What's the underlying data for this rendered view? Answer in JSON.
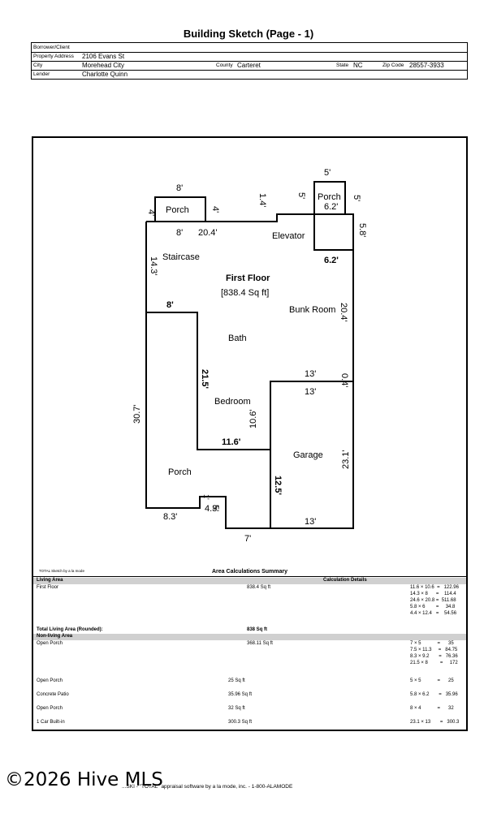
{
  "title": "Building Sketch (Page - 1)",
  "header": {
    "borrower_label": "Borrower/Client",
    "borrower_value": "",
    "address_label": "Property Address",
    "address_value": "2106 Evans St",
    "city_label": "City",
    "city_value": "Morehead City",
    "county_label": "County",
    "county_value": "Carteret",
    "state_label": "State",
    "state_value": "NC",
    "zip_label": "Zip Code",
    "zip_value": "28557-3933",
    "lender_label": "Lender",
    "lender_value": "Charlotte Quinn"
  },
  "sketch": {
    "rooms": {
      "porch_top": "Porch",
      "porch_right": "Porch",
      "elevator": "Elevator",
      "staircase": "Staircase",
      "first_floor": "First Floor",
      "first_floor_area": "[838.4 Sq ft]",
      "bunk_room": "Bunk Room",
      "bath": "Bath",
      "bedroom": "Bedroom",
      "garage": "Garage",
      "porch_bottom": "Porch"
    },
    "dims": {
      "d8_top": "8'",
      "d4_left": "4'",
      "d4_right": "4'",
      "d8_bottom": "8'",
      "d20_4": "20.4'",
      "d1_4": "1.4'",
      "d5_top": "5'",
      "d5_left": "5'",
      "d5_right": "5'",
      "d6_2_porch": "6.2'",
      "d5_8": "5.8'",
      "d6_2_elev": "6.2'",
      "d14_3": "14.3'",
      "d8_mid": "8'",
      "d20_4_right": "20.4'",
      "d21_5": "21.5'",
      "d13_top": "13'",
      "d0_4": "0.4'",
      "d13_mid": "13'",
      "d10_6": "10.6'",
      "d30_7": "30.7'",
      "d11_6": "11.6'",
      "d23_1": "23.1'",
      "d12_5": "12.5'",
      "d1_small": "1'",
      "d4_3": "4.3'",
      "d5_small": "5'",
      "d8_3": "8.3'",
      "d13_bottom": "13'",
      "d7": "7'"
    },
    "credit": "TOTAL Sketch by a la mode"
  },
  "summary": {
    "title": "Area Calculations Summary",
    "living_area_header": "Living Area",
    "calc_details_header": "Calculation Details",
    "first_floor_label": "First Floor",
    "first_floor_area": "838.4 Sq ft",
    "first_floor_calcs": [
      "11.6 × 10.6  =   122.96",
      "14.3 × 8      =    114.4",
      "24.6 × 20.8 =  511.68",
      "5.8 × 6        =     34.8",
      "4.4 × 12.4   =    54.56"
    ],
    "total_living_label": "Total Living Area (Rounded):",
    "total_living_value": "838 Sq ft",
    "non_living_header": "Non-living Area",
    "items": [
      {
        "label": "Open Porch",
        "area": "368.11 Sq ft",
        "calcs": [
          "7 × 5            =      35",
          "7.5 × 11.3     =   84.75",
          "8.3 × 9.2       =   76.36",
          "21.5 × 8         =     172"
        ]
      },
      {
        "label": "Open Porch",
        "area": "25 Sq ft",
        "calcs": [
          "5 × 5            =      25"
        ]
      },
      {
        "label": "Concrete Patio",
        "area": "35.96 Sq ft",
        "calcs": [
          "5.8 × 6.2       =   35.96"
        ]
      },
      {
        "label": "Open Porch",
        "area": "32 Sq ft",
        "calcs": [
          "8 × 4            =      32"
        ]
      },
      {
        "label": "1 Car Built-in",
        "area": "300.3 Sq ft",
        "calcs": [
          "23.1 × 13       =   300.3"
        ]
      }
    ]
  },
  "footer": {
    "mls": "©2026 Hive MLS",
    "software": "...SKI - \"TOTAL\" appraisal software by a la mode, inc. - 1-800-ALAMODE"
  }
}
